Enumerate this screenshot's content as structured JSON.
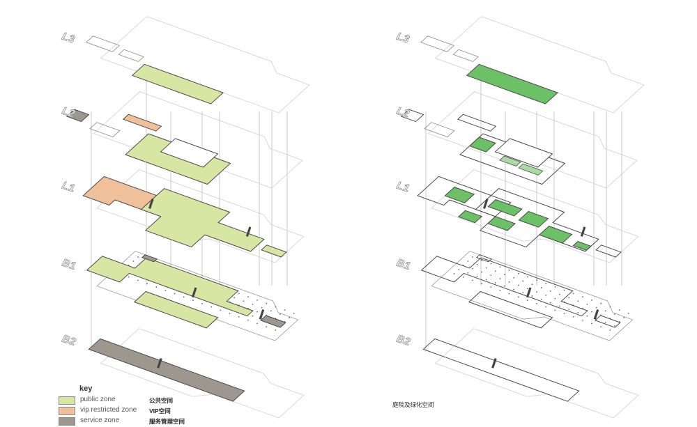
{
  "diagram": {
    "levels": [
      "L3",
      "L2",
      "L1",
      "B1",
      "B2"
    ],
    "colors": {
      "public": "#d8e6a3",
      "vip": "#f0c09a",
      "service": "#9e9790",
      "garden": "#6cc066",
      "outline": "#555555",
      "ghost": "#cfcfcf"
    }
  },
  "legend": {
    "title": "key",
    "items": [
      {
        "label_en": "public zone",
        "label_cn": "公共空间",
        "color": "#d8e6a3"
      },
      {
        "label_en": "vip restricted zone",
        "label_cn": "VIP空间",
        "color": "#f0c09a"
      },
      {
        "label_en": "service zone",
        "label_cn": "服务管理空间",
        "color": "#9e9790"
      }
    ]
  },
  "right_caption": "庭院及绿化空间"
}
